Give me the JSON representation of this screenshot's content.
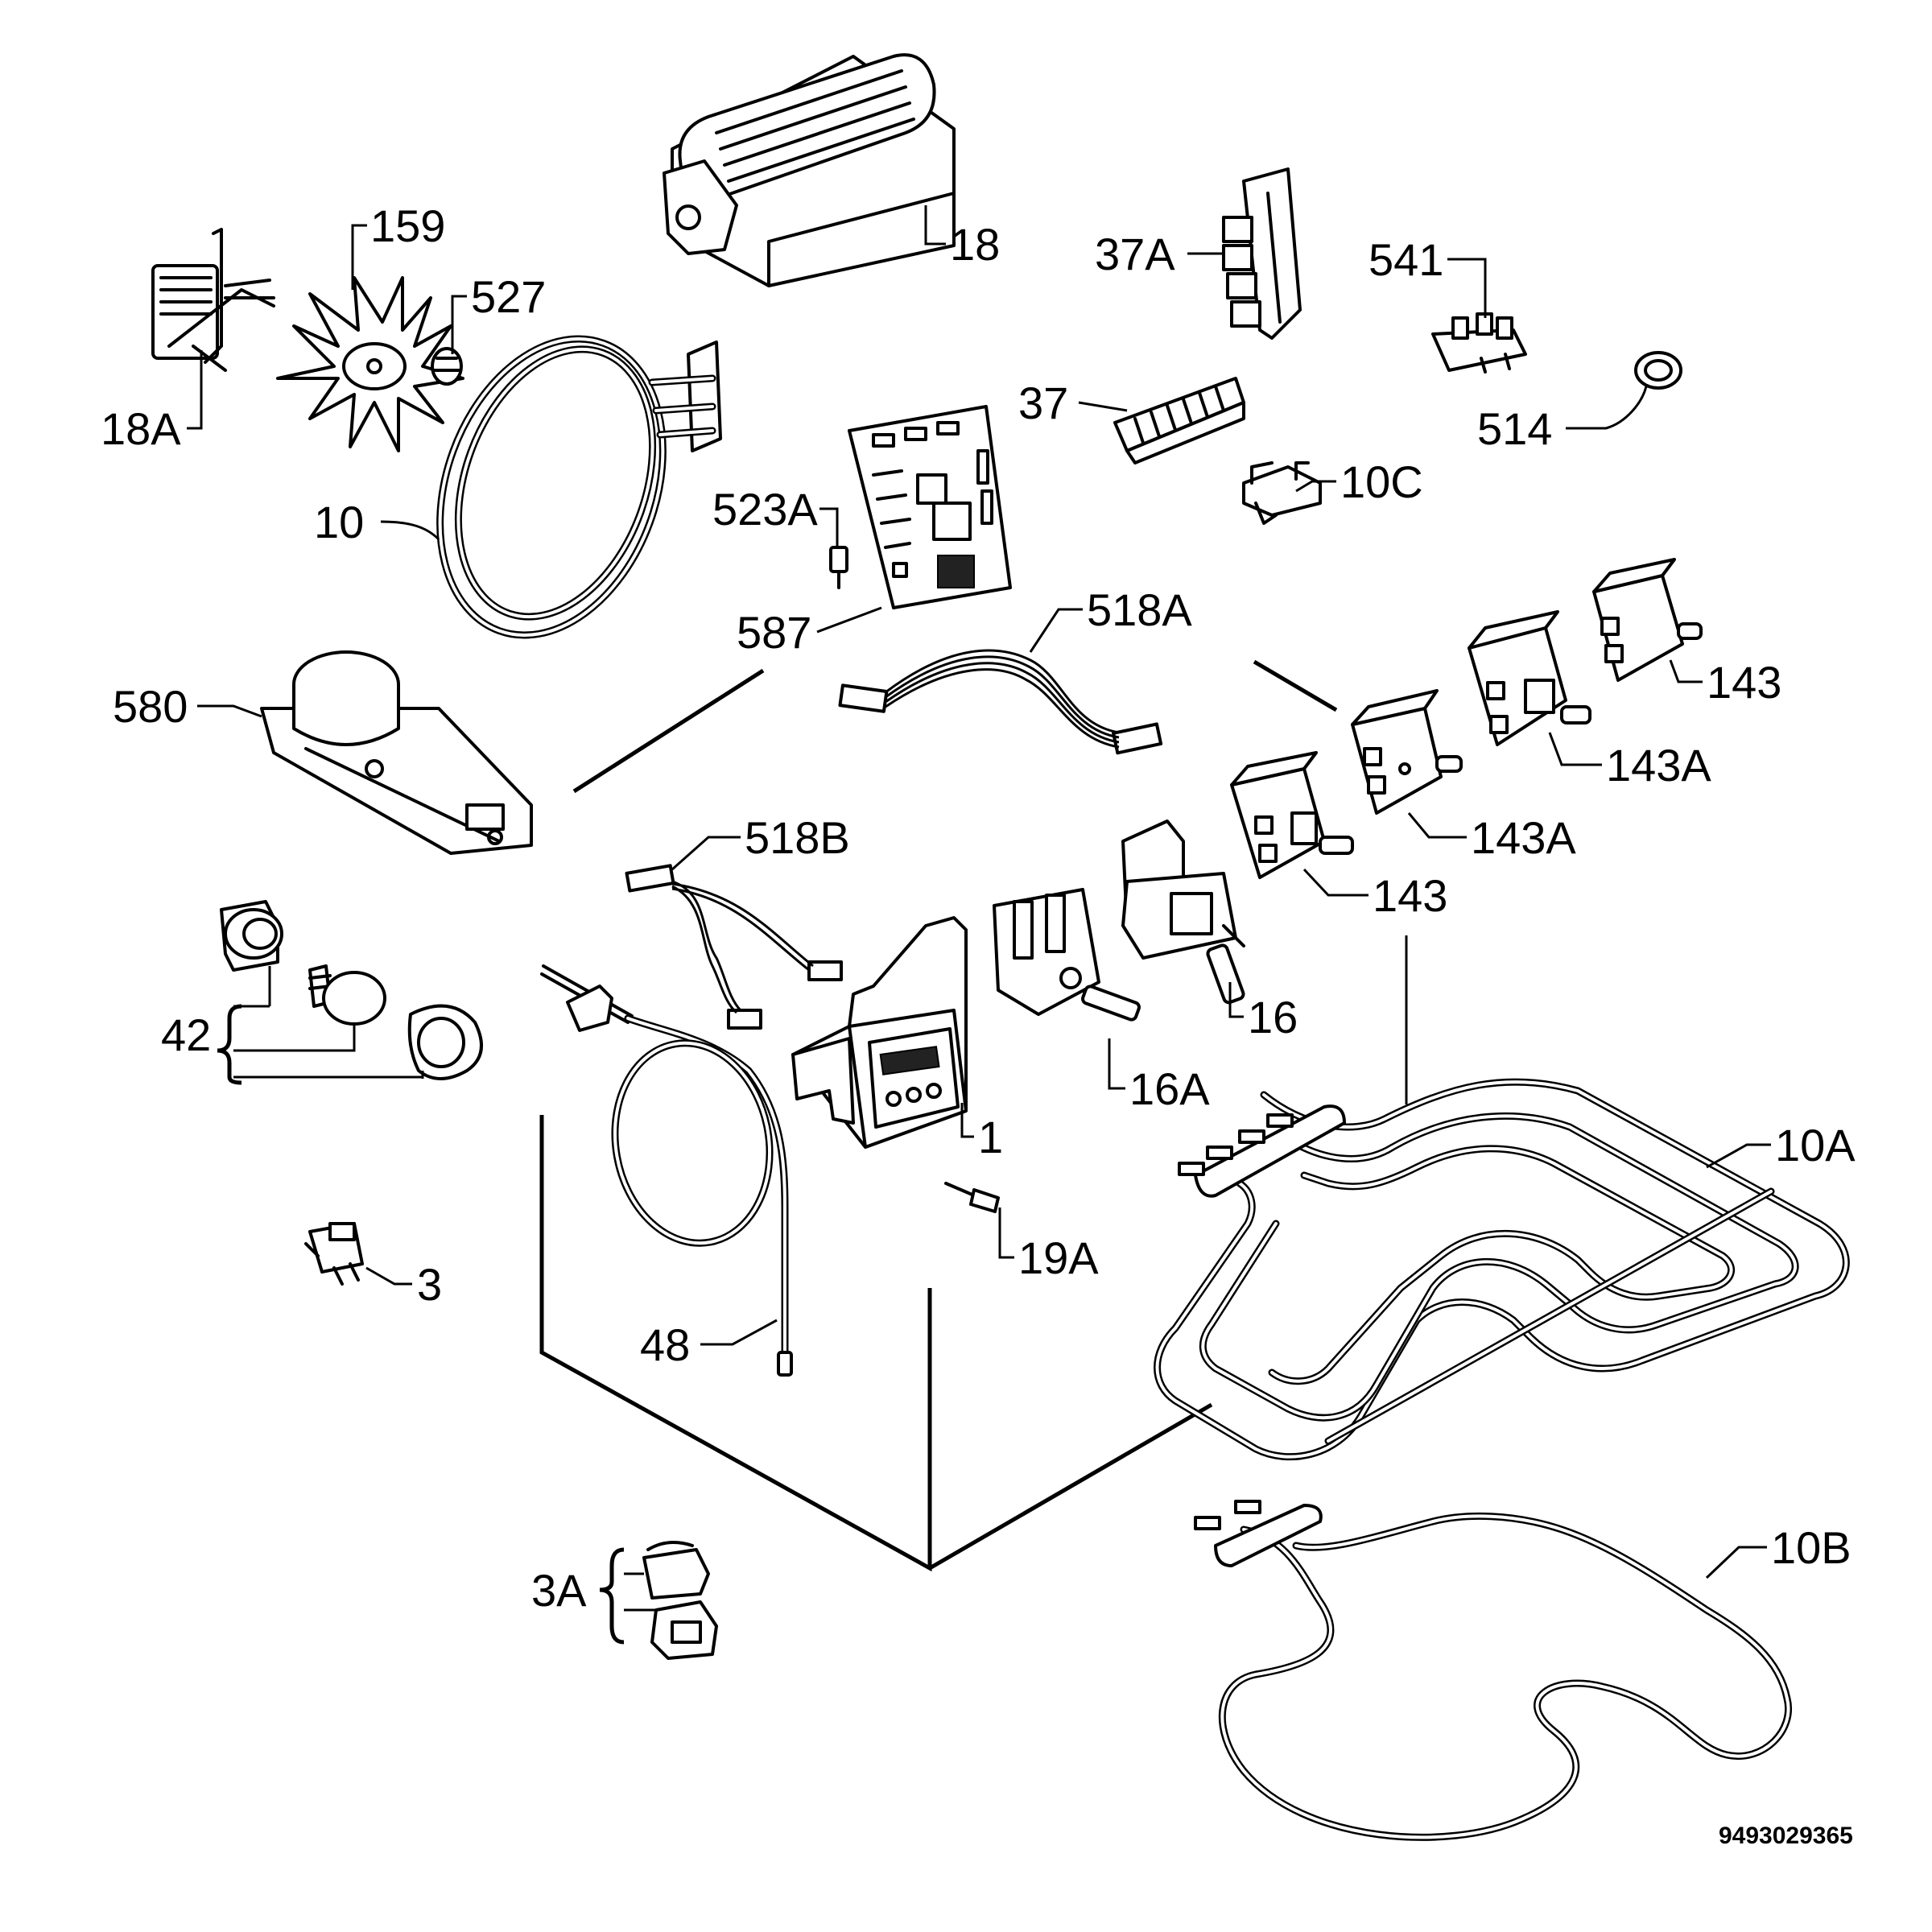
{
  "labels": {
    "p18": "18",
    "p18a": "18A",
    "p159": "159",
    "p527": "527",
    "p10": "10",
    "p37a": "37A",
    "p541": "541",
    "p37": "37",
    "p514": "514",
    "p10c": "10C",
    "p523a": "523A",
    "p587": "587",
    "p518a": "518A",
    "p143_top": "143",
    "p143a_top": "143A",
    "p143a_mid": "143A",
    "p143_mid": "143",
    "p580": "580",
    "p518b": "518B",
    "p16": "16",
    "p16a": "16A",
    "p42": "42",
    "p1": "1",
    "p10a": "10A",
    "p19a": "19A",
    "p3": "3",
    "p48": "48",
    "p10b": "10B",
    "p3a": "3A"
  },
  "document_number": "9493029365"
}
